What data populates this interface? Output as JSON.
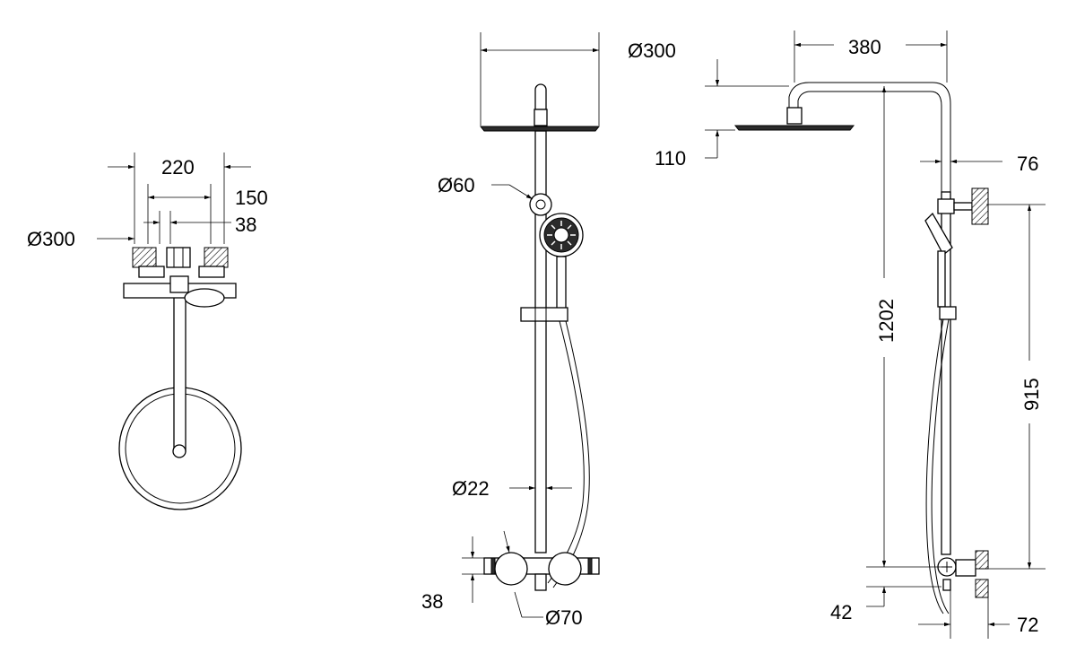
{
  "top_view": {
    "width_220": "220",
    "dim_150": "150",
    "dim_38": "38",
    "diameter_300": "Ø300"
  },
  "front_view": {
    "head_diameter": "Ø300",
    "holder_diameter": "Ø60",
    "pipe_diameter": "Ø22",
    "body_height": "38",
    "handle_diameter": "Ø70"
  },
  "side_view": {
    "arm_length": "380",
    "head_drop": "110",
    "pipe_offset": "76",
    "total_height": "1202",
    "outlet_height": "915",
    "valve_offset": "42",
    "wall_depth": "72"
  }
}
